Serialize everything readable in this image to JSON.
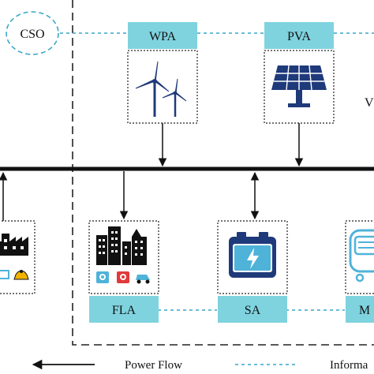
{
  "operator": {
    "label": "CSO"
  },
  "agents": {
    "wpa": {
      "label": "WPA",
      "icon": "wind-turbine-icon"
    },
    "pva": {
      "label": "PVA",
      "icon": "solar-panel-icon"
    },
    "fla": {
      "label": "FLA",
      "icon": "flexible-load-icon"
    },
    "sa": {
      "label": "SA",
      "icon": "battery-icon"
    },
    "right_agent": {
      "label": "M",
      "icon": "vehicle-icon"
    },
    "left_agent": {
      "icon": "factory-icon"
    }
  },
  "side_text": {
    "right_label": "V"
  },
  "legend": {
    "power_flow": "Power Flow",
    "information_flow": "Informa"
  },
  "colors": {
    "label_fill": "#7fd3df",
    "info_line": "#3aa6c8",
    "icon_navy": "#1f3a7a",
    "icon_teal": "#4fb3d9",
    "red": "#e03a3a"
  }
}
